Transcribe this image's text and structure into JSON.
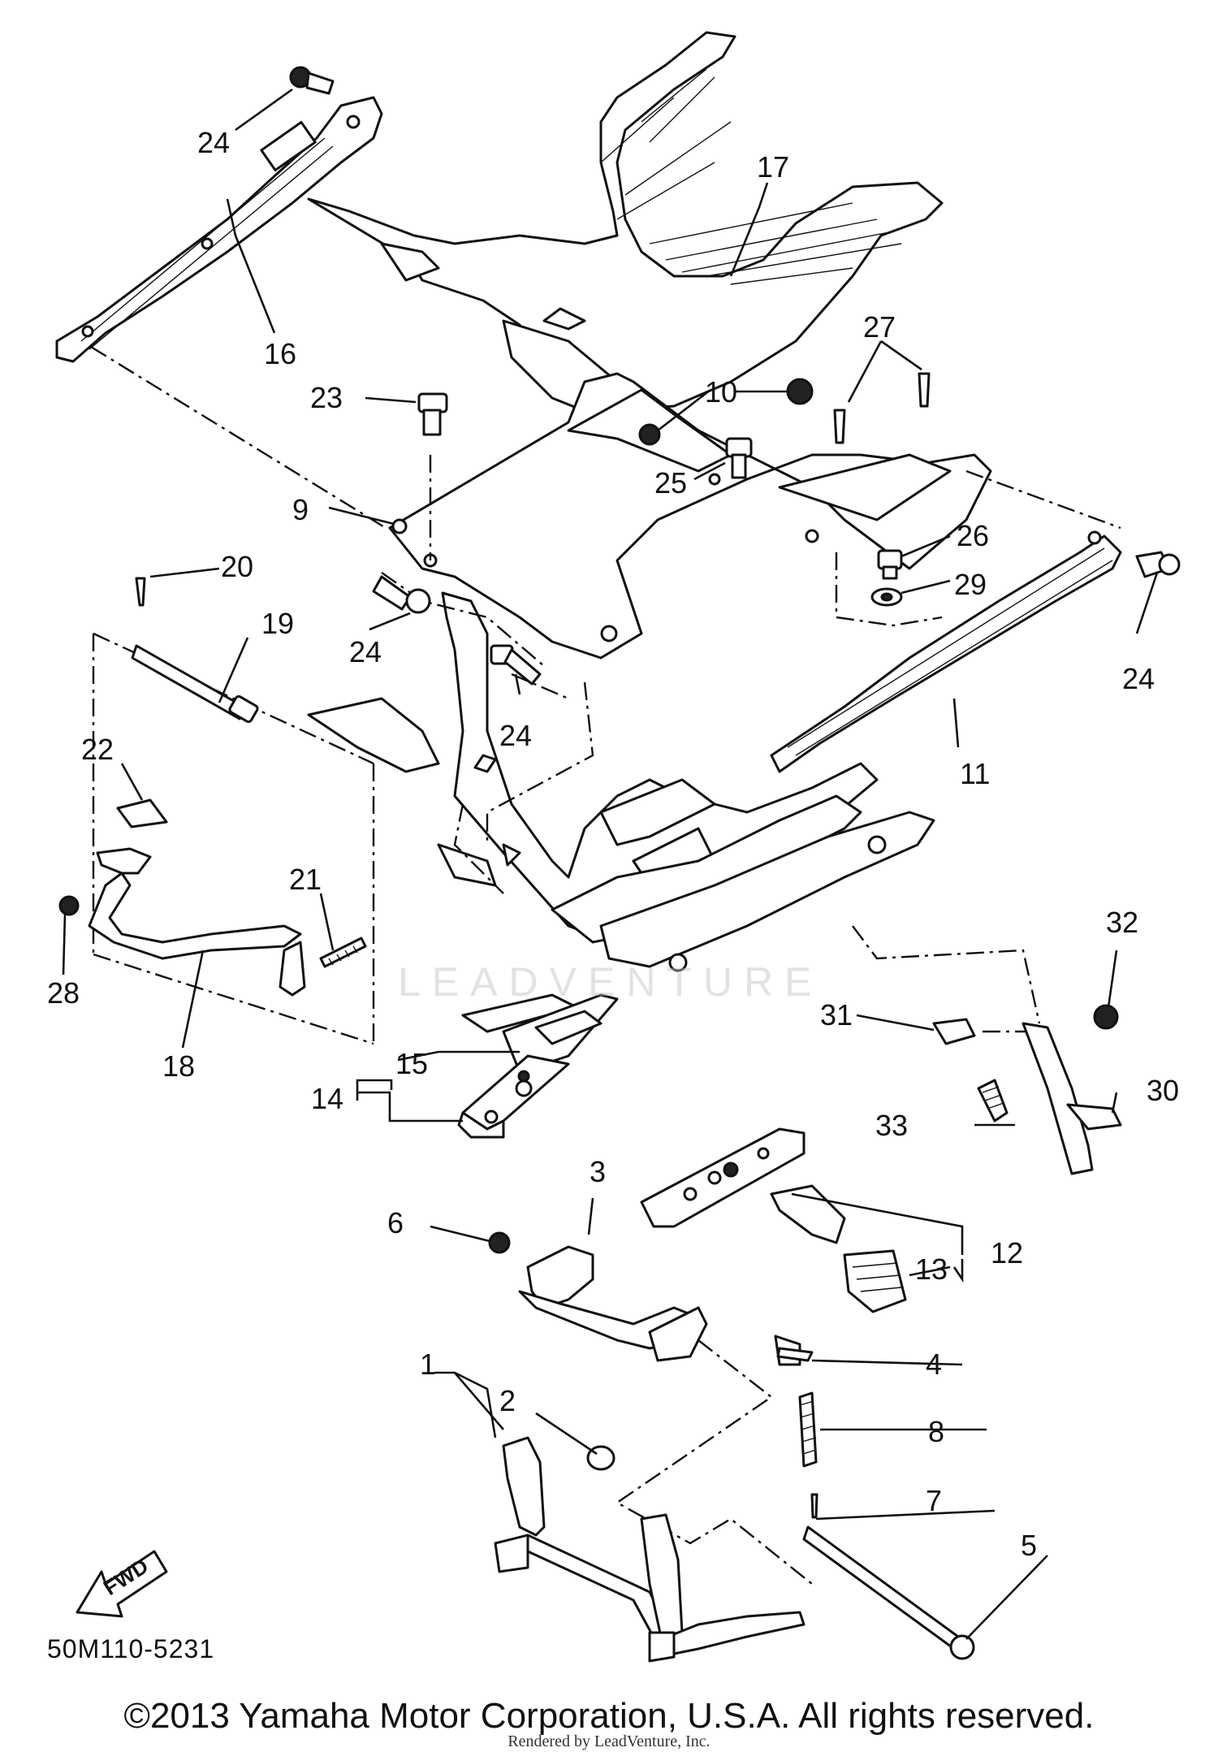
{
  "diagram": {
    "labels": [
      {
        "id": "l24a",
        "text": "24"
      },
      {
        "id": "l17",
        "text": "17"
      },
      {
        "id": "l16",
        "text": "16"
      },
      {
        "id": "l27",
        "text": "27"
      },
      {
        "id": "l23",
        "text": "23"
      },
      {
        "id": "l10",
        "text": "10"
      },
      {
        "id": "l25",
        "text": "25"
      },
      {
        "id": "l9",
        "text": "9"
      },
      {
        "id": "l26",
        "text": "26"
      },
      {
        "id": "l20",
        "text": "20"
      },
      {
        "id": "l29",
        "text": "29"
      },
      {
        "id": "l19",
        "text": "19"
      },
      {
        "id": "l24b",
        "text": "24"
      },
      {
        "id": "l24c",
        "text": "24"
      },
      {
        "id": "l24d",
        "text": "24"
      },
      {
        "id": "l22",
        "text": "22"
      },
      {
        "id": "l11",
        "text": "11"
      },
      {
        "id": "l21",
        "text": "21"
      },
      {
        "id": "l32",
        "text": "32"
      },
      {
        "id": "l28",
        "text": "28"
      },
      {
        "id": "l31",
        "text": "31"
      },
      {
        "id": "l18",
        "text": "18"
      },
      {
        "id": "l15",
        "text": "15"
      },
      {
        "id": "l14",
        "text": "14"
      },
      {
        "id": "l30",
        "text": "30"
      },
      {
        "id": "l33",
        "text": "33"
      },
      {
        "id": "l3",
        "text": "3"
      },
      {
        "id": "l6",
        "text": "6"
      },
      {
        "id": "l12",
        "text": "12"
      },
      {
        "id": "l13",
        "text": "13"
      },
      {
        "id": "l4",
        "text": "4"
      },
      {
        "id": "l1",
        "text": "1"
      },
      {
        "id": "l2",
        "text": "2"
      },
      {
        "id": "l8",
        "text": "8"
      },
      {
        "id": "l7",
        "text": "7"
      },
      {
        "id": "l5",
        "text": "5"
      }
    ],
    "fwd_label": "FWD",
    "diagram_code": "50M110-5231",
    "watermark": "LEADVENTURE",
    "copyright": "©2013 Yamaha Motor Corporation, U.S.A. All rights reserved.",
    "rendered_by": "Rendered by LeadVenture, Inc."
  }
}
